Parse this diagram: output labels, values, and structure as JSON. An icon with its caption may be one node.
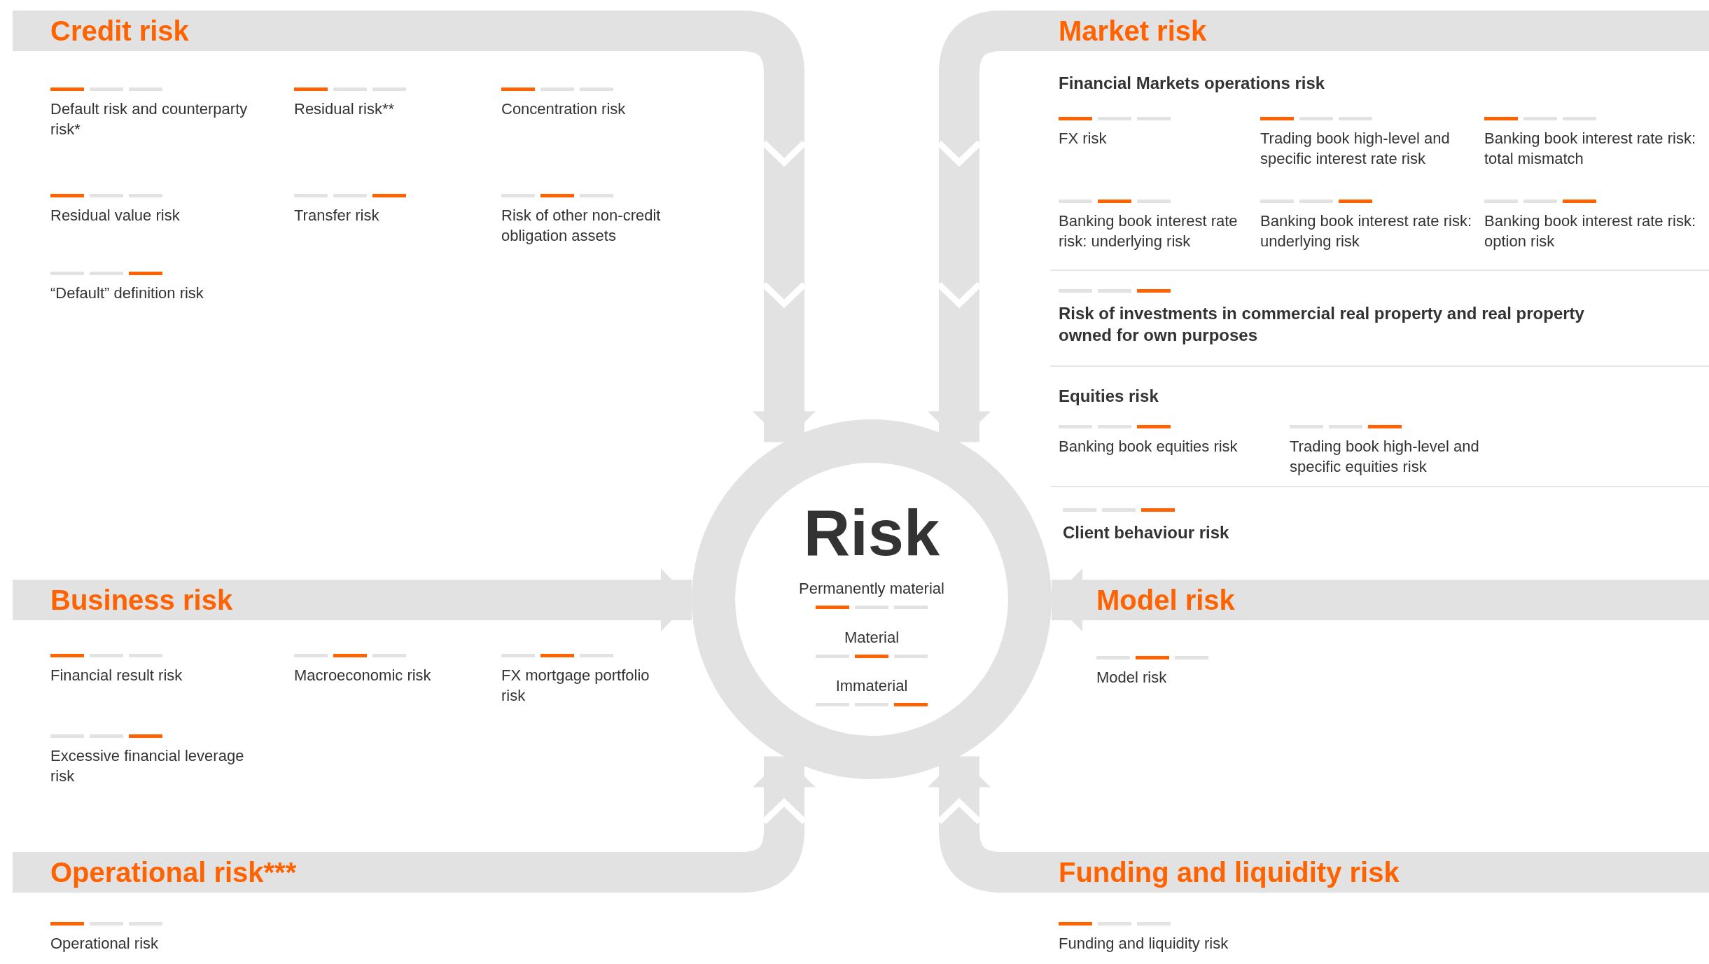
{
  "diagram": {
    "nodes": [
      {
        "text": [
          "Credit risk"
        ]
      },
      {
        "text": [
          "Default risk and counterparty risk*"
        ],
        "in": 0
      },
      {
        "text": [
          "Residual risk**"
        ],
        "in": 0
      },
      {
        "text": [
          "Concentration risk"
        ],
        "in": 0
      },
      {
        "text": [
          "Residual value risk"
        ],
        "in": 0
      },
      {
        "text": [
          "Transfer risk"
        ],
        "in": 0
      },
      {
        "text": [
          "Risk of other non-credit obligation assets"
        ],
        "in": 0
      },
      {
        "text": [
          "“Default” definition risk"
        ],
        "in": 0
      },
      {
        "text": [
          "Market risk"
        ]
      },
      {
        "text": [
          "Financial Markets operations risk"
        ],
        "in": 8
      },
      {
        "text": [
          "FX risk"
        ],
        "in": 9
      },
      {
        "text": [
          "Trading book high-level and specific interest rate risk"
        ],
        "in": 9
      },
      {
        "text": [
          "Banking book interest rate risk: total mismatch"
        ],
        "in": 9
      },
      {
        "text": [
          "Banking book interest rate risk: underlying risk"
        ],
        "in": 9
      },
      {
        "text": [
          "Banking book interest rate risk: underlying risk"
        ],
        "in": 9
      },
      {
        "text": [
          "Banking book interest rate risk: option risk"
        ],
        "in": 9
      },
      {
        "text": [
          "Risk of investments in commercial real property and real property owned for own purposes"
        ],
        "in": 8
      },
      {
        "text": [
          "Equities risk"
        ],
        "in": 8
      },
      {
        "text": [
          "Banking book equities risk"
        ],
        "in": 17
      },
      {
        "text": [
          "Trading book high-level and specific equities risk"
        ],
        "in": 17
      },
      {
        "text": [
          "Client behaviour risk"
        ],
        "in": 8
      },
      {
        "text": [
          "Risk"
        ]
      },
      {
        "text": [
          "Business risk"
        ]
      },
      {
        "text": [
          "Financial result risk"
        ],
        "in": 22
      },
      {
        "text": [
          "Macroeconomic risk"
        ],
        "in": 22
      },
      {
        "text": [
          "FX mortgage portfolio risk"
        ],
        "in": 22
      },
      {
        "text": [
          "Excessive financial leverage risk"
        ],
        "in": 22
      },
      {
        "text": [
          "Model risk"
        ]
      },
      {
        "text": [
          "Model risk"
        ],
        "in": 27
      },
      {
        "text": [
          "Operational risk***"
        ]
      },
      {
        "text": [
          "Operational risk"
        ],
        "in": 29
      },
      {
        "text": [
          "Funding and liquidity risk"
        ]
      },
      {
        "text": [
          "Funding and liquidity risk"
        ],
        "in": 31
      }
    ],
    "edges": [
      {
        "from": 0,
        "to": 21,
        "arrow": "to"
      },
      {
        "from": 8,
        "to": 21,
        "arrow": "to"
      },
      {
        "from": 22,
        "to": 21,
        "arrow": "to"
      },
      {
        "from": 27,
        "to": 21,
        "arrow": "to"
      },
      {
        "from": 29,
        "to": 21,
        "arrow": "to"
      },
      {
        "from": 31,
        "to": 21,
        "arrow": "to"
      }
    ],
    "legend": [
      {
        "text": "Permanently material"
      },
      {
        "text": "Material"
      },
      {
        "text": "Immaterial"
      }
    ]
  }
}
